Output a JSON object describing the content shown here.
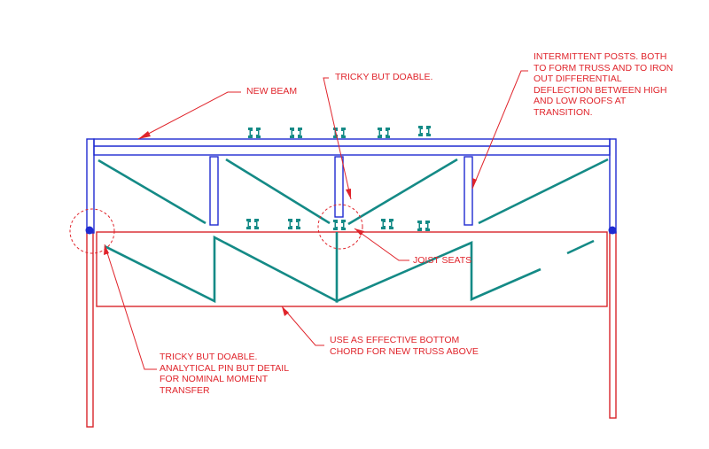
{
  "diagram": {
    "colors": {
      "new_structure": "#1f2bd1",
      "existing_structure": "#d9252b",
      "web_members": "#148a86",
      "annotation": "#e0242b",
      "background": "#ffffff"
    },
    "annotations": {
      "new_beam": [
        "NEW BEAM"
      ],
      "tricky_top": [
        "TRICKY BUT DOABLE."
      ],
      "intermittent_posts": [
        "INTERMITTENT POSTS.  BOTH",
        "TO FORM TRUSS AND TO IRON",
        "OUT DIFFERENTIAL",
        "DEFLECTION BETWEEN HIGH",
        "AND LOW ROOFS AT",
        "TRANSITION."
      ],
      "joist_seats": [
        "JOIST SEATS"
      ],
      "bottom_chord": [
        "USE AS EFFECTIVE BOTTOM",
        "CHORD FOR NEW TRUSS ABOVE"
      ],
      "tricky_pin": [
        "TRICKY BUT DOABLE.",
        "ANALYTICAL PIN BUT DETAIL",
        "FOR NOMINAL MOMENT",
        "TRANSFER"
      ]
    }
  }
}
